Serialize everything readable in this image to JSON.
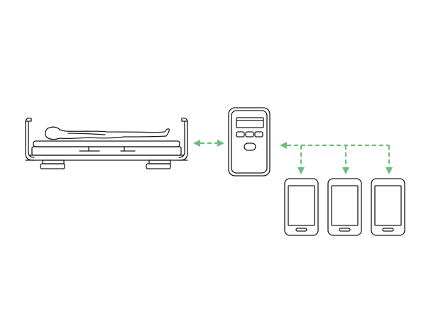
{
  "diagram": {
    "nodes": [
      {
        "id": "bed",
        "icon": "patient-bed-scale-icon"
      },
      {
        "id": "controller",
        "icon": "handheld-controller-icon"
      },
      {
        "id": "phone-1",
        "icon": "smartphone-icon"
      },
      {
        "id": "phone-2",
        "icon": "smartphone-icon"
      },
      {
        "id": "phone-3",
        "icon": "smartphone-icon"
      }
    ],
    "links": [
      {
        "from": "bed",
        "to": "controller",
        "style": "dashed",
        "direction": "both"
      },
      {
        "from": "controller",
        "to": "phone-1",
        "style": "dashed",
        "direction": "both"
      },
      {
        "from": "controller",
        "to": "phone-2",
        "style": "dashed",
        "direction": "both"
      },
      {
        "from": "controller",
        "to": "phone-3",
        "style": "dashed",
        "direction": "both"
      }
    ]
  },
  "colors": {
    "outline": "#1a1a1a",
    "link": "#6cbf7a",
    "background": "#ffffff"
  }
}
